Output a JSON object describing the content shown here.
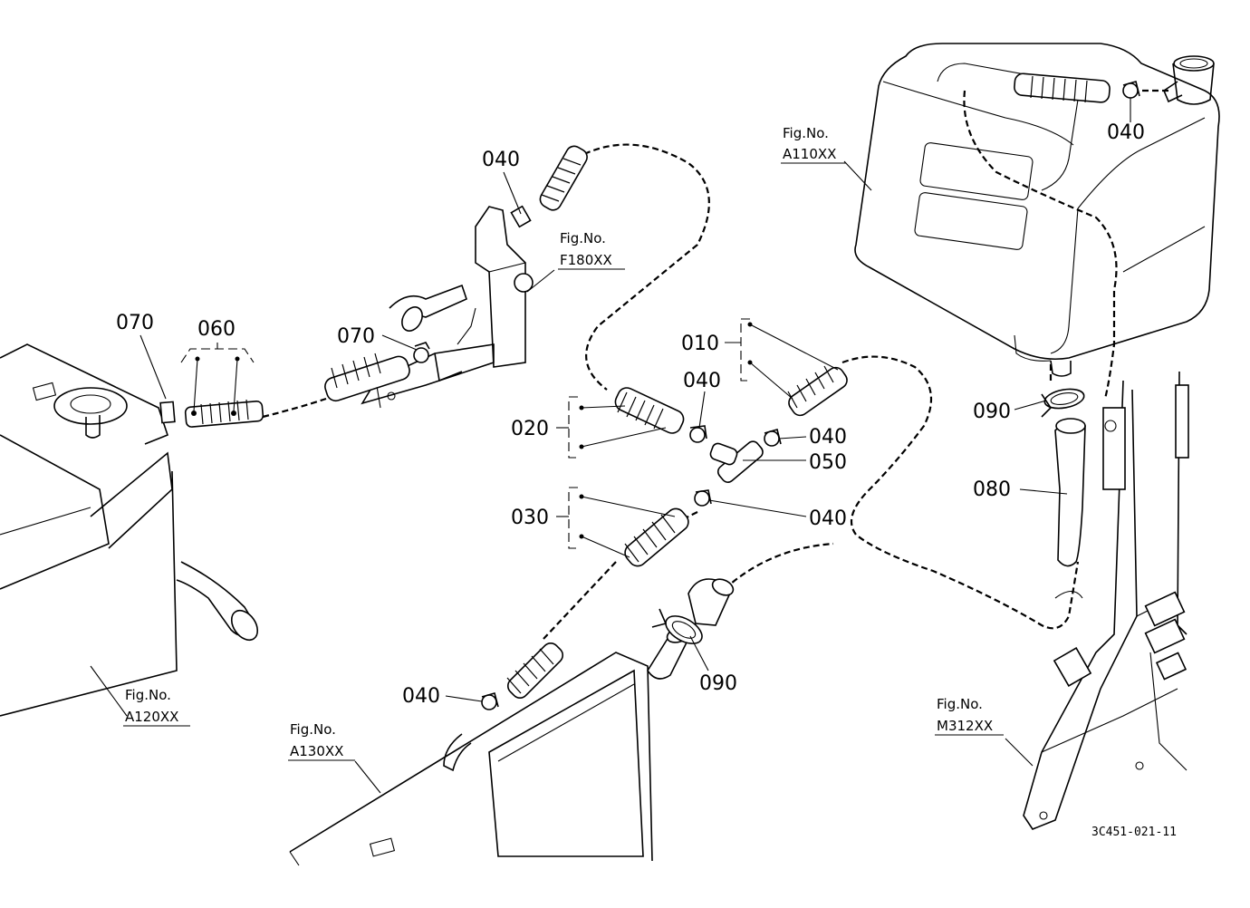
{
  "labels": {
    "l010": "010",
    "l020": "020",
    "l030": "030",
    "l040a": "040",
    "l040b": "040",
    "l040c": "040",
    "l040d": "040",
    "l040e": "040",
    "l040f": "040",
    "l050": "050",
    "l060": "060",
    "l070a": "070",
    "l070b": "070",
    "l080": "080",
    "l090a": "090",
    "l090b": "090"
  },
  "figrefs": {
    "fig_a110_head": "Fig.No.",
    "fig_a110_code": "A110XX",
    "fig_f180_head": "Fig.No.",
    "fig_f180_code": "F180XX",
    "fig_a120_head": "Fig.No.",
    "fig_a120_code": "A120XX",
    "fig_a130_head": "Fig.No.",
    "fig_a130_code": "A130XX",
    "fig_m312_head": "Fig.No.",
    "fig_m312_code": "M312XX"
  },
  "drawing_code": "3C451-021-11"
}
